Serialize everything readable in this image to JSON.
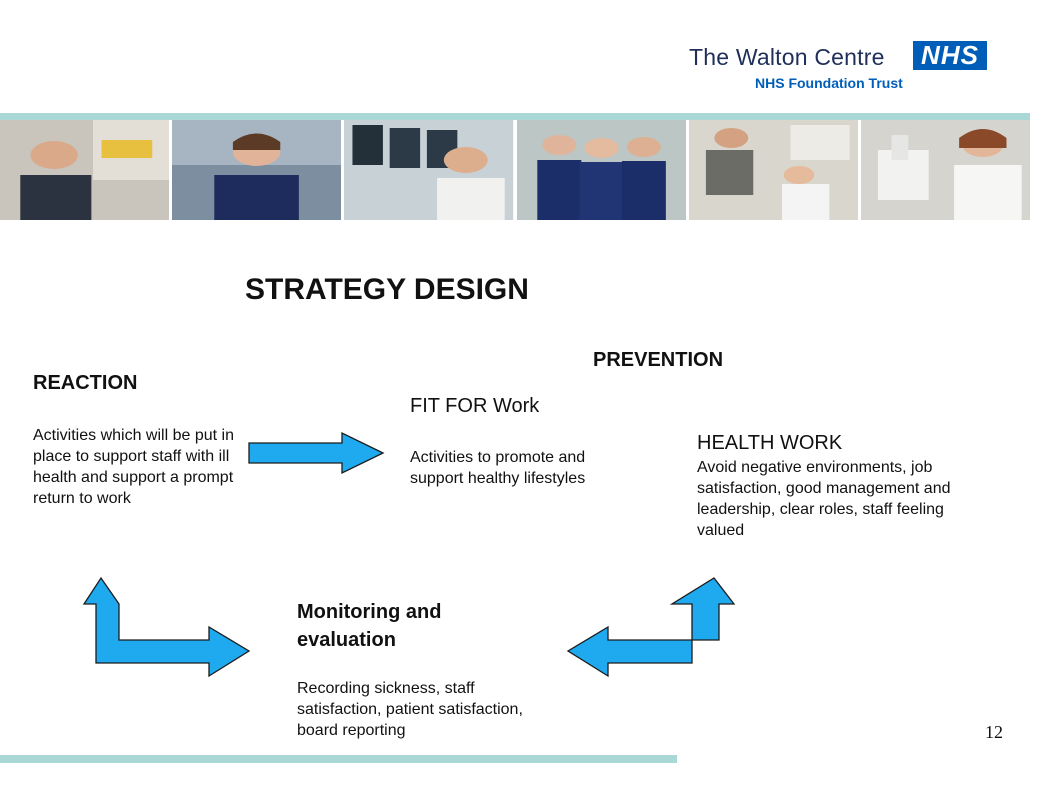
{
  "header": {
    "logo_name": "The Walton Centre",
    "logo_badge": "NHS",
    "logo_subtitle": "NHS Foundation Trust"
  },
  "photos": [
    "photo-doctor",
    "photo-nurse",
    "photo-radiologist",
    "photo-nurses-group",
    "photo-therapy",
    "photo-lab-scientist"
  ],
  "slide": {
    "title": "STRATEGY DESIGN",
    "reaction": {
      "title": "REACTION",
      "text": "Activities which will be put in place to support staff with ill health and support a prompt return to work"
    },
    "prevention": {
      "title": "PREVENTION"
    },
    "fit_for_work": {
      "title": "FIT FOR Work",
      "text": "Activities to promote and support healthy lifestyles"
    },
    "health_work": {
      "title": "HEALTH WORK",
      "text": "Avoid negative environments, job satisfaction, good management and leadership, clear roles, staff feeling valued"
    },
    "monitoring": {
      "title": "Monitoring and evaluation",
      "text": "Recording sickness, staff satisfaction, patient satisfaction, board reporting"
    },
    "page_number": "12"
  },
  "colors": {
    "accent_rule": "#a9d8d6",
    "arrow_fill": "#1fa9ee",
    "nhs_blue": "#005eb8"
  }
}
